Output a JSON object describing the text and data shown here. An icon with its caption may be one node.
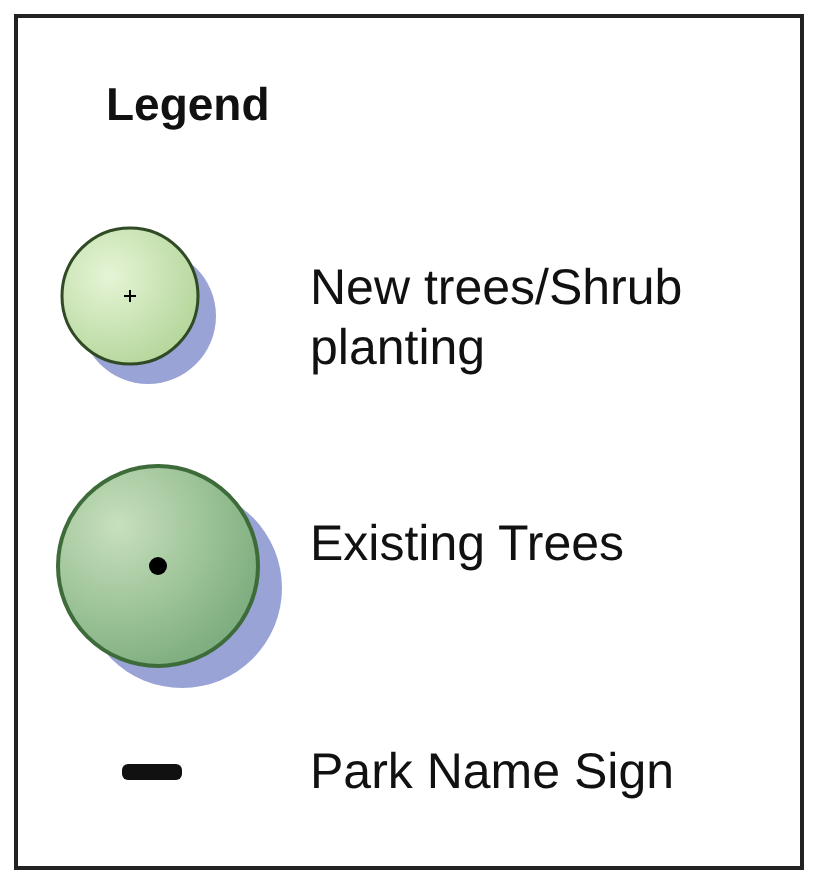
{
  "diagram": {
    "title": "Legend",
    "legend": [
      {
        "text": "New trees/Shrub planting"
      },
      {
        "text": "Existing Trees"
      },
      {
        "text": "Park Name Sign"
      }
    ]
  }
}
